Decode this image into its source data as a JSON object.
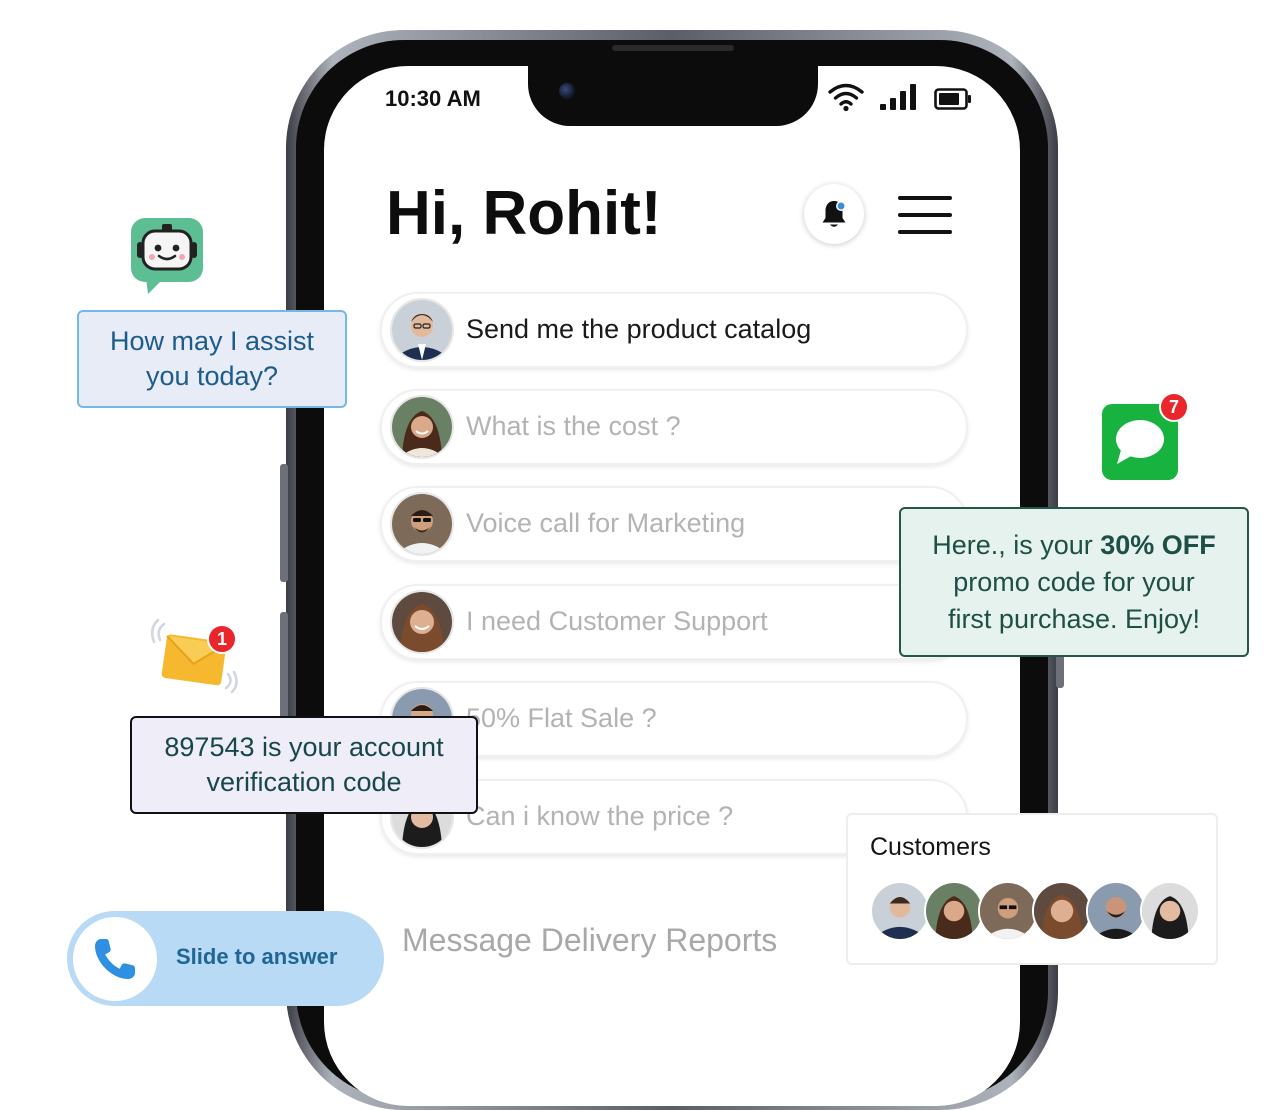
{
  "status_bar": {
    "time": "10:30 AM"
  },
  "header": {
    "greeting": "Hi, Rohit!"
  },
  "messages": [
    {
      "text": "Send me the product catalog",
      "style": "dark"
    },
    {
      "text": "What is the cost ?",
      "style": "muted"
    },
    {
      "text": "Voice call for Marketing",
      "style": "muted"
    },
    {
      "text": "I need Customer Support",
      "style": "muted"
    },
    {
      "text": "50% Flat Sale ?",
      "style": "muted"
    },
    {
      "text": "Can i know the price ?",
      "style": "muted"
    }
  ],
  "footer": {
    "text": "Message Delivery Reports"
  },
  "assistant_card": {
    "line1": "How may I assist",
    "line2": "you today?"
  },
  "promo_card": {
    "prefix": "Here., is your ",
    "highlight": "30% OFF",
    "line2": "promo code for your",
    "line3": "first purchase. Enjoy!"
  },
  "chat_app": {
    "badge": "7"
  },
  "mail": {
    "badge": "1"
  },
  "verify_card": {
    "line1": "897543 is your account",
    "line2": "verification code"
  },
  "customers": {
    "title": "Customers"
  },
  "call": {
    "label": "Slide to answer"
  },
  "colors": {
    "assist_border": "#74b8e6",
    "promo_border": "#25564a",
    "badge_red": "#e8262b",
    "chat_green": "#17b33e",
    "slide_blue": "#b8daf4"
  }
}
